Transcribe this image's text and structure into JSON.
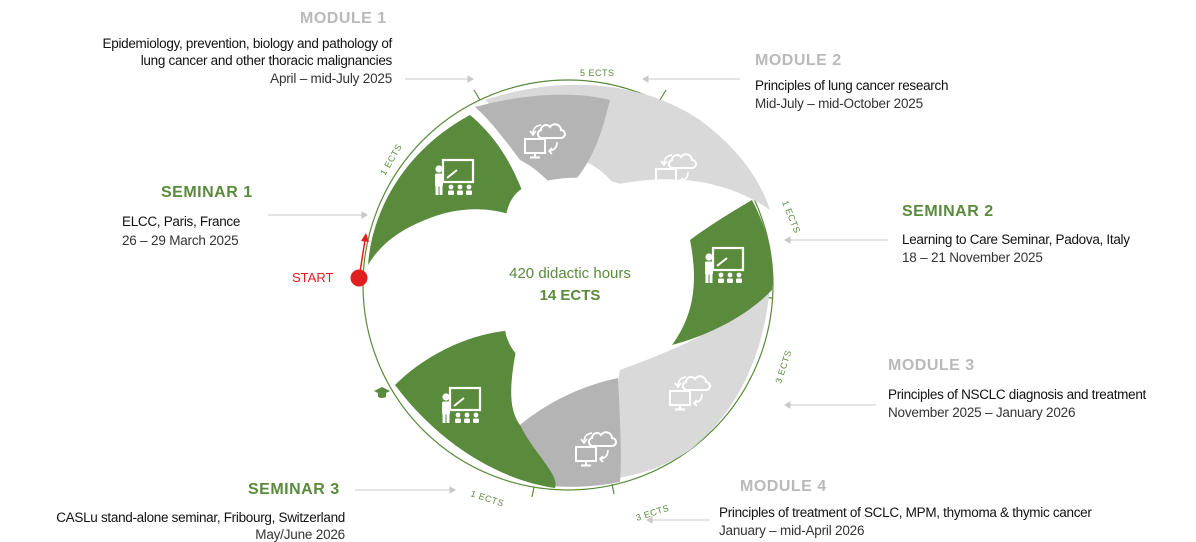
{
  "colors": {
    "green": "#5a8a3c",
    "dark_grey": "#b4b4b4",
    "light_grey": "#d9d9d9",
    "start_red": "#e02020",
    "connector": "#c8c8c8"
  },
  "center": {
    "hours": "420 didactic hours",
    "ects": "14 ECTS"
  },
  "start_label": "START",
  "module1": {
    "heading": "MODULE 1",
    "title_line1": "Epidemiology, prevention, biology and pathology of",
    "title_line2": "lung cancer and other thoracic malignancies",
    "dates": "April – mid-July 2025"
  },
  "module2": {
    "heading": "MODULE 2",
    "title": "Principles of lung cancer research",
    "dates": "Mid-July – mid-October 2025"
  },
  "seminar1": {
    "heading": "SEMINAR 1",
    "title": "ELCC, Paris, France",
    "dates": "26 – 29 March 2025"
  },
  "seminar2": {
    "heading": "SEMINAR 2",
    "title": "Learning to Care Seminar, Padova, Italy",
    "dates": "18 – 21 November 2025"
  },
  "module3": {
    "heading": "MODULE 3",
    "title": "Principles of NSCLC diagnosis and treatment",
    "dates": "November 2025 – January 2026"
  },
  "module4": {
    "heading": "MODULE 4",
    "title": "Principles of treatment of SCLC, MPM, thymoma & thymic cancer",
    "dates": "January – mid-April 2026"
  },
  "seminar3": {
    "heading": "SEMINAR 3",
    "title": "CASLu stand-alone seminar, Fribourg, Switzerland",
    "dates": "May/June 2026"
  },
  "ects_arcs": {
    "module1": "5 ECTS",
    "seminar1": "1 ECTS",
    "seminar2": "1 ECTS",
    "module3": "3 ECTS",
    "module4": "3 ECTS",
    "seminar3": "1 ECTS"
  },
  "icons": {
    "seminar": "teacher-classroom-icon",
    "module": "cloud-computer-icon",
    "graduation": "graduation-cap-icon",
    "start": "start-dot-icon"
  }
}
